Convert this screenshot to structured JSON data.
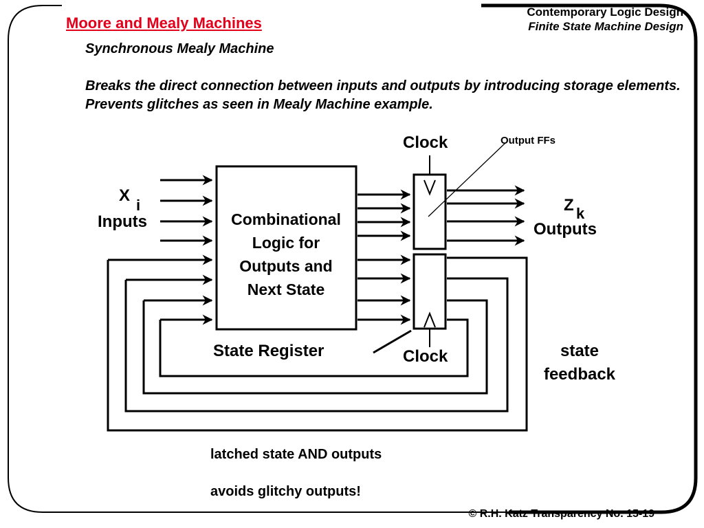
{
  "slide": {
    "title": "Moore and Mealy Machines",
    "header_line1": "Contemporary Logic Design",
    "header_line2": "Finite State Machine Design",
    "subtitle": "Synchronous Mealy Machine",
    "description": "Breaks the direct connection between inputs and outputs by introducing storage elements.  Prevents glitches as seen in Mealy Machine example.",
    "footer": "© R.H. Katz   Transparency No. 15-19"
  },
  "diagram": {
    "inputs_symbol": "X",
    "inputs_subscript": "i",
    "inputs_label": "Inputs",
    "outputs_symbol": "Z",
    "outputs_subscript": "k",
    "outputs_label": "Outputs",
    "logic_block_lines": [
      "Combinational",
      "Logic for",
      "Outputs and",
      "Next State"
    ],
    "clock_top": "Clock",
    "clock_bottom": "Clock",
    "output_ffs_label": "Output FFs",
    "state_register_label": "State Register",
    "state_feedback_line1": "state",
    "state_feedback_line2": "feedback",
    "clock_symbol_top": "V",
    "clock_symbol_bottom": "/\\"
  },
  "notes": {
    "note1": "latched state AND outputs",
    "note2": "avoids glitchy outputs!"
  }
}
